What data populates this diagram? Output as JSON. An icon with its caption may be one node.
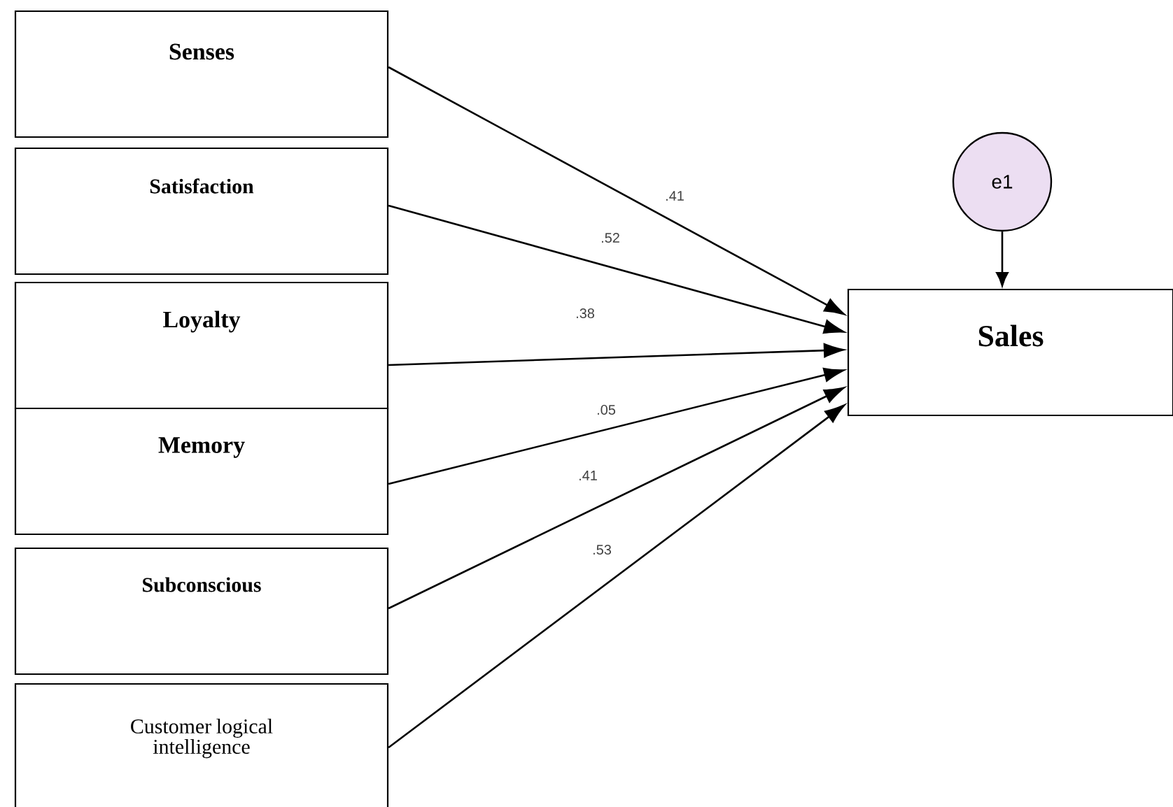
{
  "diagram": {
    "nodes": [
      {
        "text": [
          "Senses"
        ]
      },
      {
        "text": [
          "Satisfaction"
        ]
      },
      {
        "text": [
          "Loyalty"
        ]
      },
      {
        "text": [
          "Memory"
        ]
      },
      {
        "text": [
          "Subconscious"
        ]
      },
      {
        "text": [
          "Customer logical intelligence"
        ]
      },
      {
        "text": [
          "e1"
        ]
      },
      {
        "text": [
          "Sales"
        ]
      }
    ],
    "edges": [
      {
        "from": 0,
        "to": 7,
        "arrow": "to",
        "label": ".41"
      },
      {
        "from": 1,
        "to": 7,
        "arrow": "to",
        "label": ".52"
      },
      {
        "from": 2,
        "to": 7,
        "arrow": "to",
        "label": ".38"
      },
      {
        "from": 3,
        "to": 7,
        "arrow": "to",
        "label": ".05"
      },
      {
        "from": 4,
        "to": 7,
        "arrow": "to",
        "label": ".41"
      },
      {
        "from": 5,
        "to": 7,
        "arrow": "to",
        "label": ".53"
      },
      {
        "from": 6,
        "to": 7,
        "arrow": "to"
      }
    ]
  }
}
